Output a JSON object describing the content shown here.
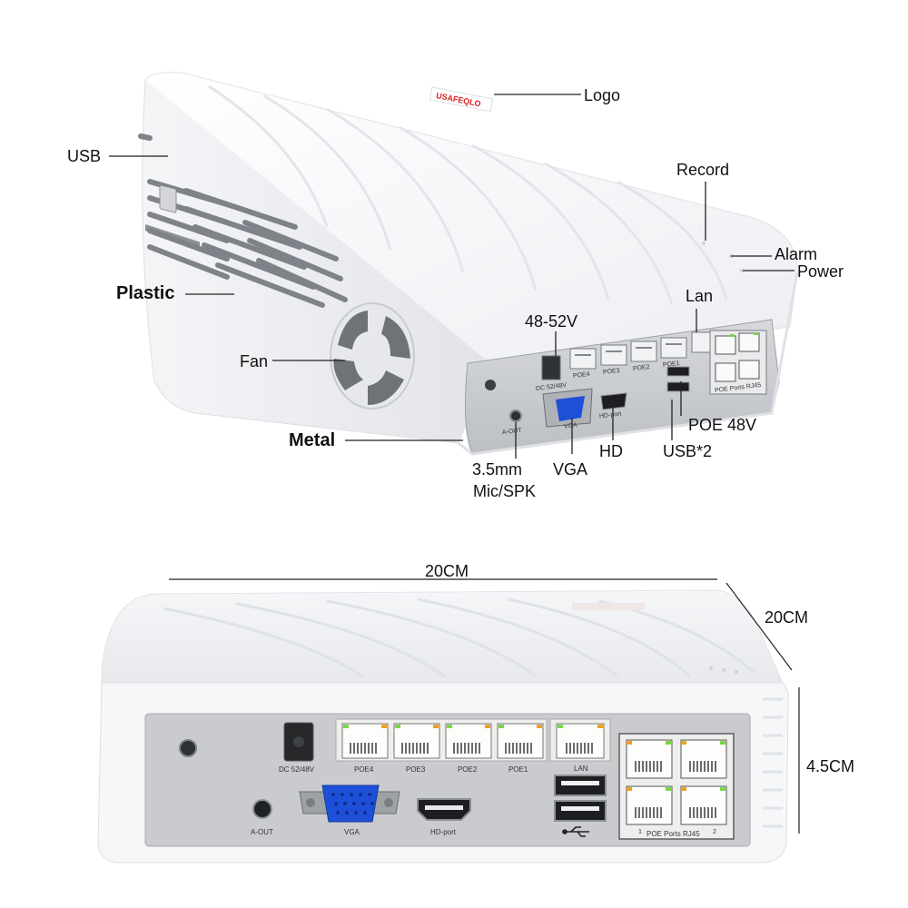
{
  "product": {
    "logo_text": "USAFEQLO"
  },
  "callouts": {
    "logo": "Logo",
    "usb": "USB",
    "record": "Record",
    "alarm": "Alarm",
    "power": "Power",
    "lan": "Lan",
    "plastic": "Plastic",
    "dc_in": "48-52V",
    "fan": "Fan",
    "metal": "Metal",
    "poe": "POE 48V",
    "hd": "HD",
    "usb2": "USB*2",
    "vga": "VGA",
    "mic_line1": "3.5mm",
    "mic_line2": "Mic/SPK"
  },
  "dimensions": {
    "width": "20CM",
    "depth": "20CM",
    "height": "4.5CM"
  },
  "panel_labels": {
    "dc": "DC 52/48V",
    "poe4": "POE4",
    "poe3": "POE3",
    "poe2": "POE2",
    "poe1": "POE1",
    "lan": "LAN",
    "vga": "VGA",
    "hdport": "HD-port",
    "aout": "A-OUT",
    "poe_ports": "POE Ports RJ45",
    "port_1": "1",
    "port_2": "2",
    "top_dc": "DC 52/48V",
    "top_poe4": "POE4",
    "top_poe3": "POE3",
    "top_poe2": "POE2",
    "top_poe1": "POE1",
    "top_vga": "VGA",
    "top_hdport": "HD-port",
    "top_aout": "A-OUT",
    "top_poe_ports": "POE Ports RJ45"
  },
  "colors": {
    "case_white": "#f7f8fa",
    "panel_gray": "#c9cbcf",
    "vga_blue": "#1d4fd8",
    "port_green": "#7bd64a",
    "port_orange": "#f0a020",
    "logo_red": "#d92020"
  }
}
